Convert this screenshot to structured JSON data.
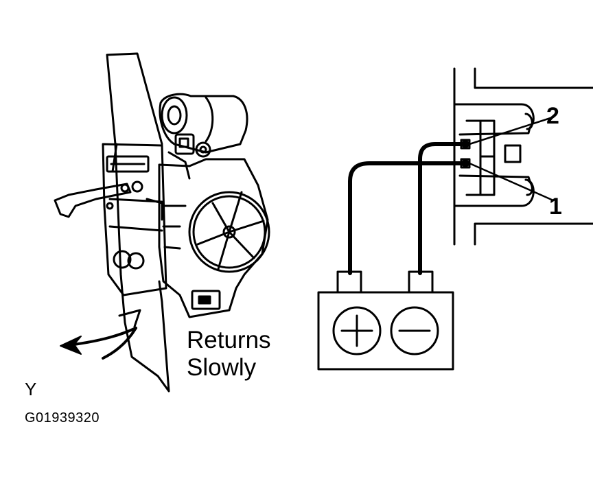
{
  "labels": {
    "returns_line1": "Returns",
    "returns_line2": "Slowly",
    "view_letter": "Y",
    "figure_id": "G01939320"
  },
  "callouts": {
    "terminal_2": "2",
    "terminal_1": "1"
  },
  "battery": {
    "positive_symbol": "plus-icon",
    "negative_symbol": "minus-icon"
  },
  "colors": {
    "line": "#000000",
    "background": "#ffffff"
  }
}
